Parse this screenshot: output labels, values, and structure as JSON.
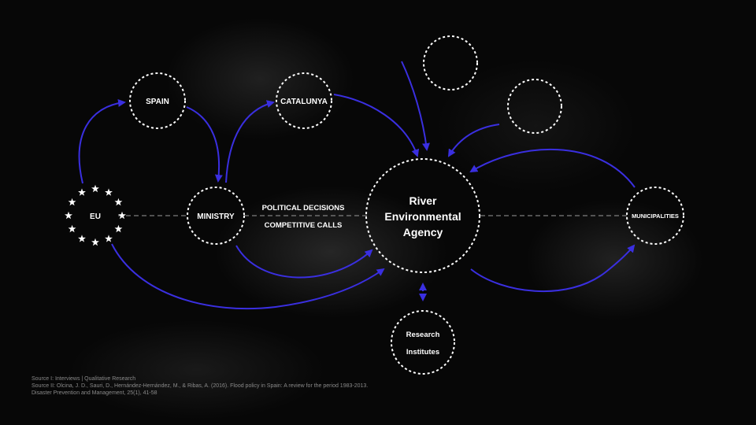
{
  "nodes": {
    "eu": "EU",
    "spain": "SPAIN",
    "catalunya": "CATALUNYA",
    "ministry": "MINISTRY",
    "agency": [
      "River",
      "Environmental",
      "Agency"
    ],
    "municipalities": "MUNICIPALITIES",
    "research": [
      "Research",
      "Institutes"
    ]
  },
  "labels": {
    "political_decisions": "POLITICAL DECISIONS",
    "competitive_calls": "COMPETITIVE CALLS"
  },
  "sources": {
    "line1": "Source I: Interviews | Qualitative Research",
    "line2": "Source II: Olcina, J. D., Sauri, D., Hernández-Hernández, M., & Ribas, A. (2016). Flood policy in Spain: A review for the period 1983-2013. Disaster Prevention and Management, 25(1), 41-58"
  },
  "colors": {
    "arrow": "#3a2fe0",
    "node_stroke": "#ffffff",
    "star": "#ffffff",
    "connector": "#9a9a9a",
    "source_text": "#8a8a8a"
  }
}
